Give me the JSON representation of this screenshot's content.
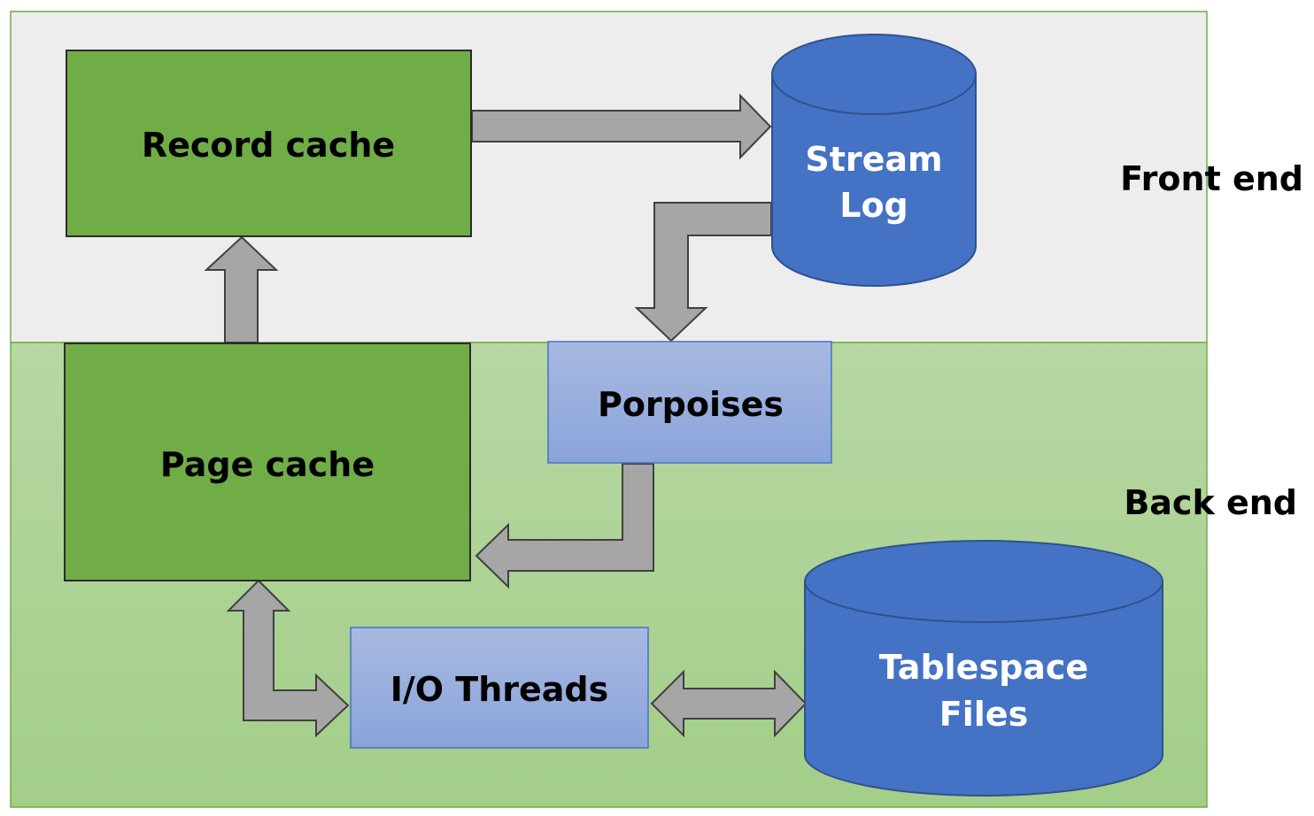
{
  "zones": {
    "front": {
      "label": "Front end"
    },
    "back": {
      "label": "Back end"
    }
  },
  "nodes": {
    "record_cache": {
      "label": "Record cache"
    },
    "page_cache": {
      "label": "Page cache"
    },
    "stream_log": {
      "line1": "Stream",
      "line2": "Log"
    },
    "porpoises": {
      "label": "Porpoises"
    },
    "io_threads": {
      "label": "I/O Threads"
    },
    "tablespace": {
      "line1": "Tablespace",
      "line2": "Files"
    }
  },
  "colors": {
    "front_bg": "#ededed",
    "back_bg": "#a9d18e",
    "zone_border": "#70ad47",
    "green_box": "#70ad47",
    "blue_box": "#8faadc",
    "cylinder": "#4472c4",
    "arrow": "#a6a6a6"
  }
}
